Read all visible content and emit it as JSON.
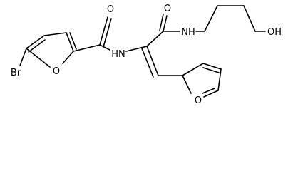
{
  "diagram": {
    "type": "chemical-structure",
    "atom_labels": {
      "bromine": "Br",
      "furan_oxygen_left": "O",
      "carbonyl_oxygen_left": "O",
      "amide_nitrogen_left": "HN",
      "carbonyl_oxygen_right": "O",
      "amide_nitrogen_right": "NH",
      "hydroxyl": "OH",
      "furan_oxygen_bottom": "O"
    },
    "colors": {
      "bond": "#000000",
      "label": "#000000",
      "background": "#ffffff"
    }
  }
}
